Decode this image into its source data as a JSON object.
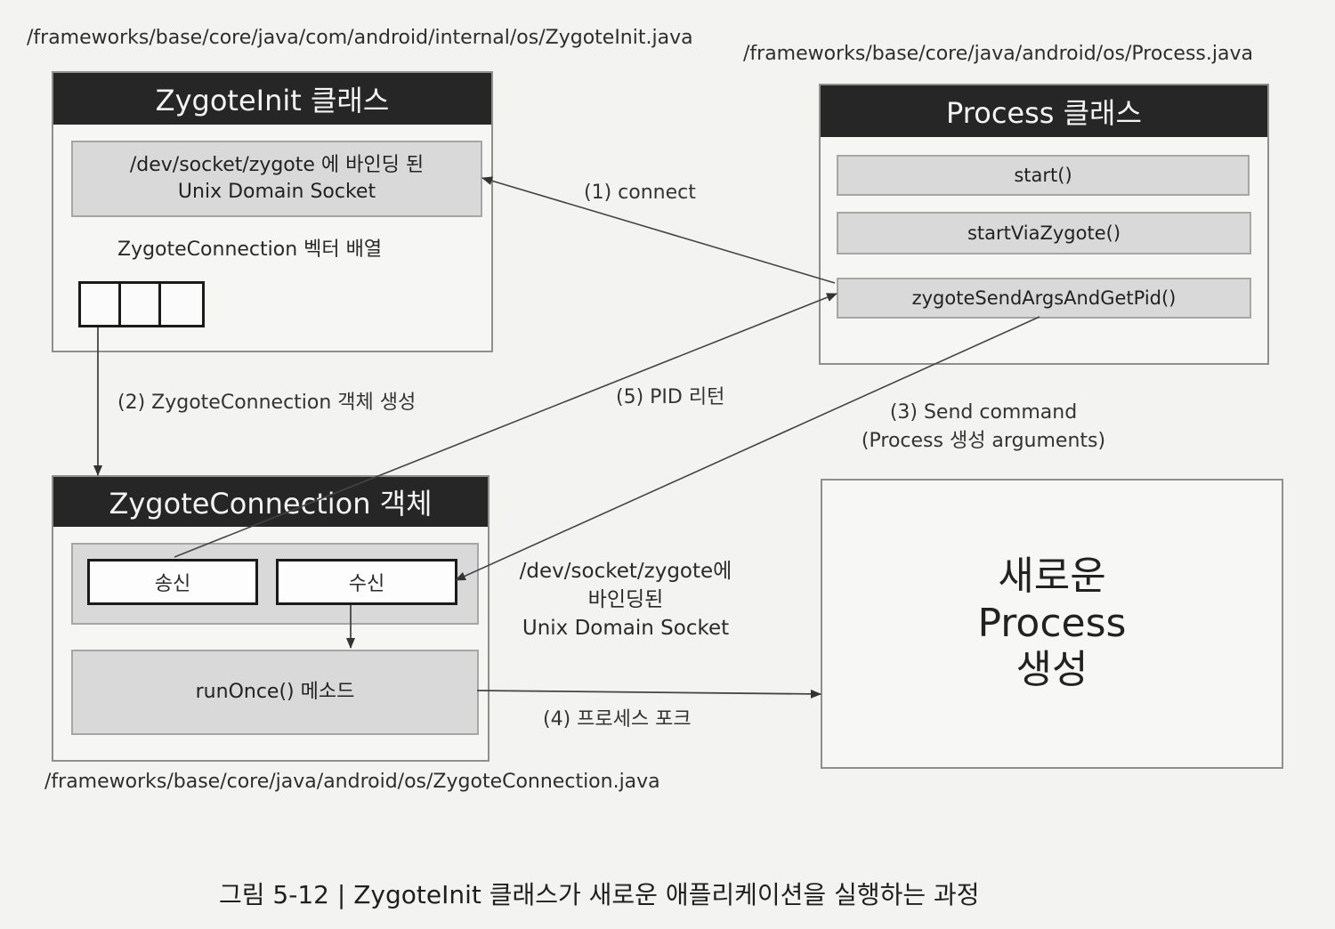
{
  "paths": {
    "zygote_init": "/frameworks/base/core/java/com/android/internal/os/ZygoteInit.java",
    "process": "/frameworks/base/core/java/android/os/Process.java",
    "zygote_connection": "/frameworks/base/core/java/android/os/ZygoteConnection.java"
  },
  "zygote_init": {
    "title": "ZygoteInit 클래스",
    "socket_line1": "/dev/socket/zygote 에 바인딩 된",
    "socket_line2": "Unix Domain Socket",
    "vector_label": "ZygoteConnection 벡터 배열"
  },
  "process": {
    "title": "Process 클래스",
    "methods": [
      "start()",
      "startViaZygote()",
      "zygoteSendArgsAndGetPid()"
    ]
  },
  "zygote_connection": {
    "title": "ZygoteConnection  객체",
    "send": "송신",
    "receive": "수신",
    "run_once": "runOnce() 메소드"
  },
  "socket_label": {
    "line1": "/dev/socket/zygote에",
    "line2": "바인딩된",
    "line3": "Unix Domain Socket"
  },
  "new_process": {
    "line1": "새로운",
    "line2": "Process",
    "line3": "생성"
  },
  "edges": {
    "connect": "(1) connect",
    "create": "(2) ZygoteConnection 객체  생성",
    "send_command_line1": "(3) Send command",
    "send_command_line2": "(Process 생성 arguments)",
    "fork": "(4) 프로세스  포크",
    "pid_return": "(5) PID 리턴"
  },
  "caption": "그림 5-12  |  ZygoteInit 클래스가 새로운 애플리케이션을 실행하는 과정"
}
